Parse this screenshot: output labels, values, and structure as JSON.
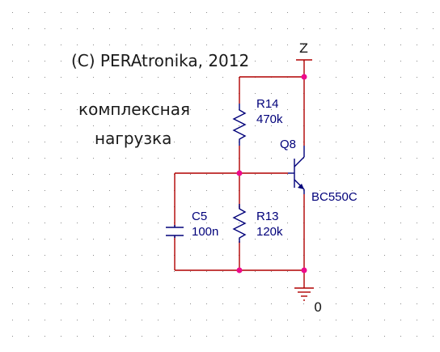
{
  "annotations": {
    "copyright": "(C) PERAtronika, 2012",
    "note_line1": "комплексная",
    "note_line2": "нагрузка"
  },
  "power_rail": {
    "label": "Z"
  },
  "ground": {
    "label": "0"
  },
  "components": {
    "r14": {
      "ref": "R14",
      "value": "470k"
    },
    "r13": {
      "ref": "R13",
      "value": "120k"
    },
    "c5": {
      "ref": "C5",
      "value": "100n"
    },
    "q8": {
      "ref": "Q8",
      "model": "BC550C"
    }
  },
  "colors": {
    "wire": "#b00000",
    "component": "#00007a",
    "junction": "#ee0a8c",
    "grid": "#8a8a8a"
  }
}
